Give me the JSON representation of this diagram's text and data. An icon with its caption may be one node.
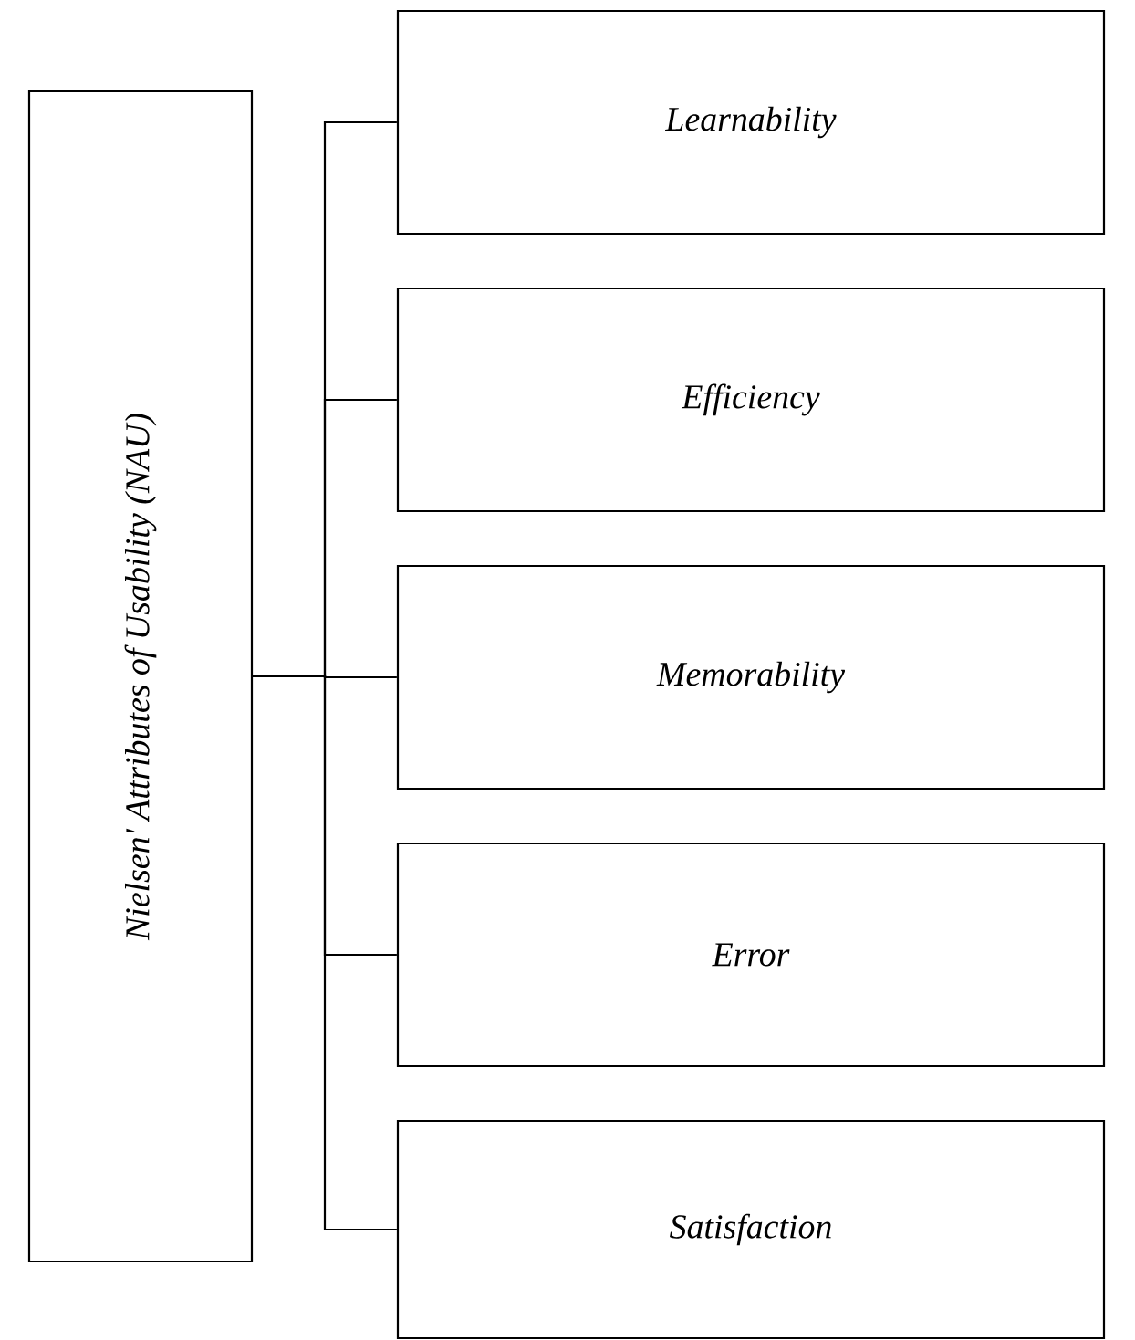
{
  "diagram": {
    "nodes": [
      {
        "text": [
          "Nielsen' Attributes of  Usability (NAU)"
        ]
      },
      {
        "text": [
          "Learnability"
        ]
      },
      {
        "text": [
          "Efficiency"
        ]
      },
      {
        "text": [
          "Memorability"
        ]
      },
      {
        "text": [
          "Error"
        ]
      },
      {
        "text": [
          "Satisfaction"
        ]
      }
    ],
    "edges": [
      {
        "from": 0,
        "to": 1,
        "arrow": "none"
      },
      {
        "from": 0,
        "to": 2,
        "arrow": "none"
      },
      {
        "from": 0,
        "to": 3,
        "arrow": "none"
      },
      {
        "from": 0,
        "to": 4,
        "arrow": "none"
      },
      {
        "from": 0,
        "to": 5,
        "arrow": "none"
      }
    ]
  }
}
